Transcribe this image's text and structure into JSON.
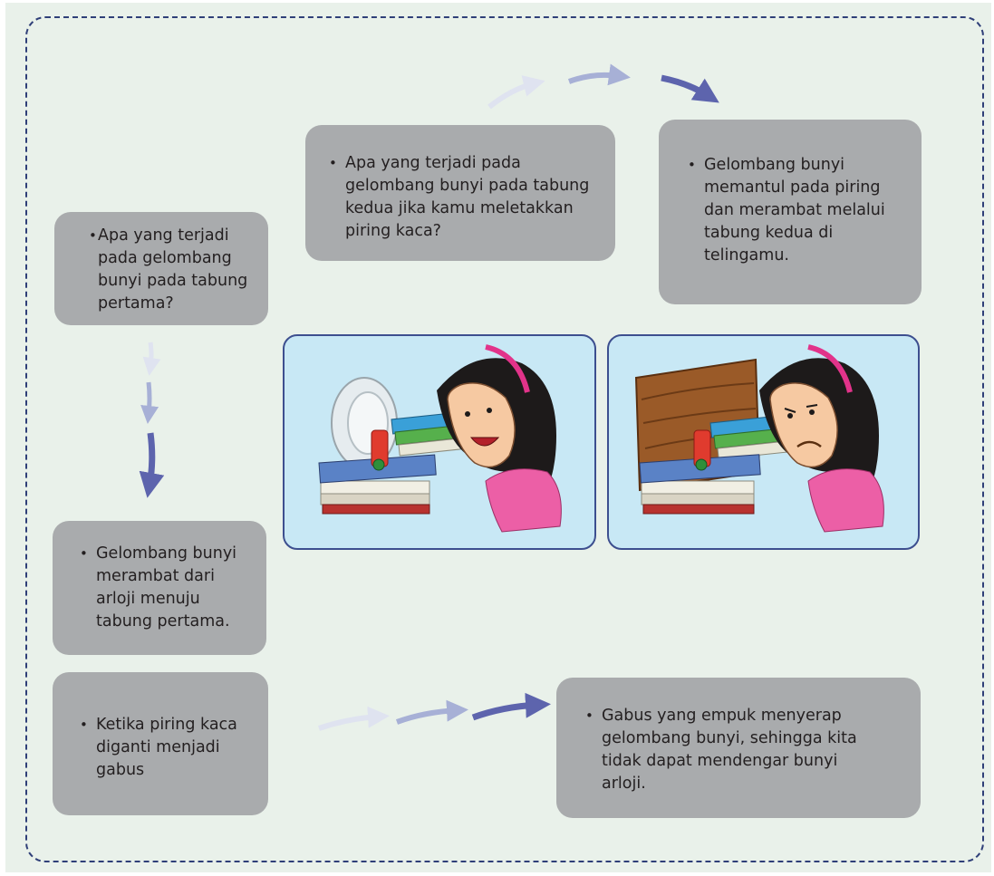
{
  "colors": {
    "panel_background": "#e9f1ea",
    "dashed_border": "#2f3f78",
    "text_box": "#a9abad",
    "text": "#231f20",
    "scene_background": "#c8e8f5",
    "arrow_light": "#dfe3f0",
    "arrow_mid": "#a7b0d6",
    "arrow_dark": "#5d64ad"
  },
  "boxes": {
    "question_first_tube": {
      "bullet": "•",
      "text": "Apa yang terjadi\npada gelombang\nbunyi pada tabung\npertama?"
    },
    "answer_first_tube": {
      "bullet": "•",
      "text": "Gelombang bunyi\nmerambat dari\narloji menuju\ntabung pertama."
    },
    "question_second_tube": {
      "bullet": "•",
      "text": "Apa yang terjadi pada\ngelombang bunyi pada tabung\nkedua jika kamu meletakkan\npiring kaca?"
    },
    "answer_second_tube": {
      "bullet": "•",
      "text": "Gelombang bunyi\nmemantul pada piring\ndan merambat melalui\ntabung kedua di\ntelingamu."
    },
    "question_cork": {
      "bullet": "•",
      "text": "Ketika piring kaca\ndiganti menjadi\ngabus"
    },
    "answer_cork": {
      "bullet": "•",
      "text": "Gabus yang empuk menyerap\ngelombang bunyi, sehingga kita\ntidak dapat mendengar bunyi\narloji."
    }
  },
  "illustrations": {
    "left": "girl-listening-plate-illustration",
    "right": "girl-listening-cork-illustration"
  }
}
